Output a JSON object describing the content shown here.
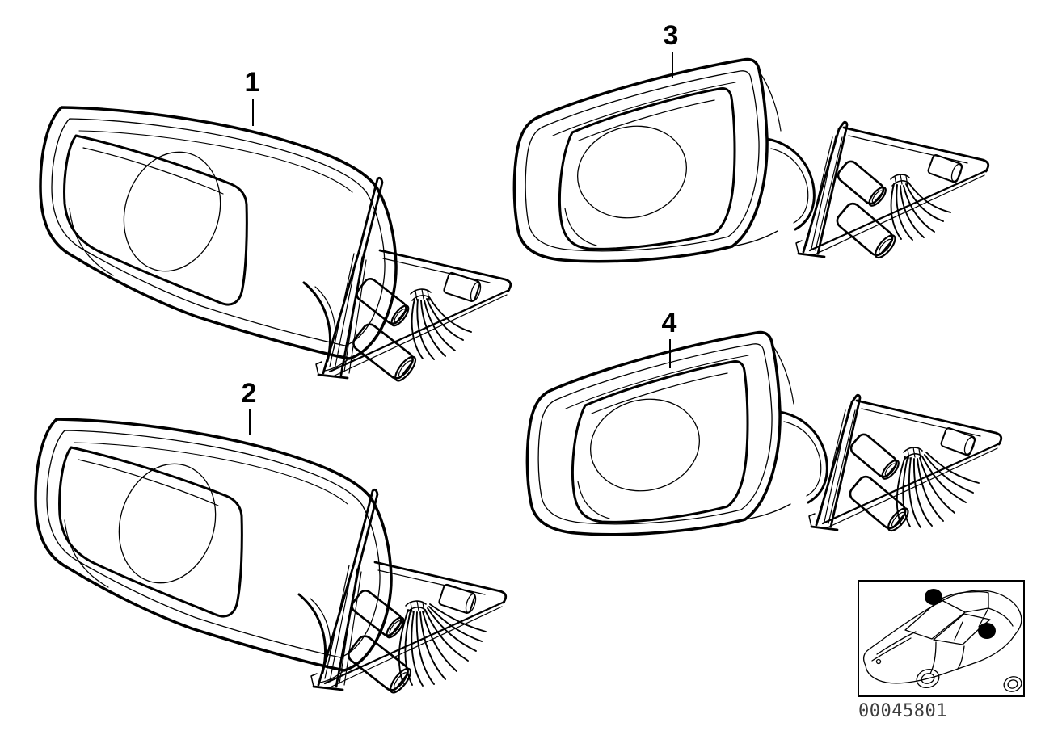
{
  "diagram": {
    "title": "Outside mirror parts diagram",
    "callouts": [
      {
        "label": "1"
      },
      {
        "label": "2"
      },
      {
        "label": "3"
      },
      {
        "label": "4"
      }
    ],
    "part_number": "00045801",
    "legend": {
      "car_icon": "car-location-thumbnail",
      "marker_count": 2
    },
    "colors": {
      "line": "#000000",
      "background": "#ffffff",
      "marker": "#000000",
      "part_number_text": "#3d3d3d"
    }
  }
}
